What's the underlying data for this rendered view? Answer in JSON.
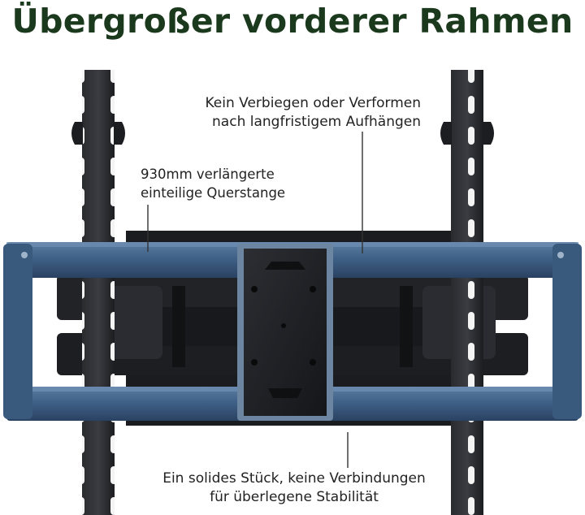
{
  "title": "Übergroßer vorderer Rahmen",
  "callouts": {
    "top_right": {
      "line1": "Kein Verbiegen oder Verformen",
      "line2": "nach langfristigem Aufhängen"
    },
    "left": {
      "line1": "930mm verlängerte",
      "line2": "einteilige Querstange"
    },
    "bottom": {
      "line1": "Ein solides Stück, keine Verbindungen",
      "line2": "für überlegene Stabilität"
    }
  },
  "colors": {
    "title": "#1b3a1d",
    "crossbar": "#3d5e80",
    "metal": "#1e1f22",
    "background": "#ffffff"
  }
}
